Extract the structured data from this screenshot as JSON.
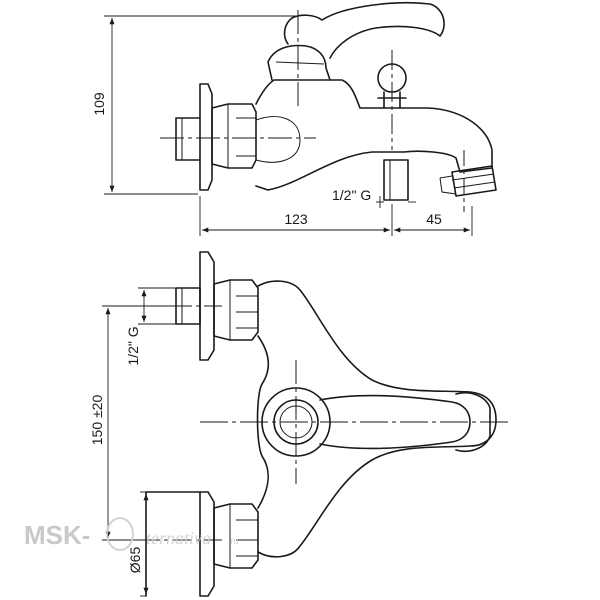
{
  "dimensions": {
    "height": "109",
    "length": "123",
    "spout": "45",
    "thread_side": "1/2\" G",
    "thread_plan": "1/2\" G",
    "spacing": "150 ±20",
    "diameter": "Ø65"
  },
  "watermark": {
    "brand": "MSK-",
    "script": "ternativa",
    "domain": ".ru"
  }
}
